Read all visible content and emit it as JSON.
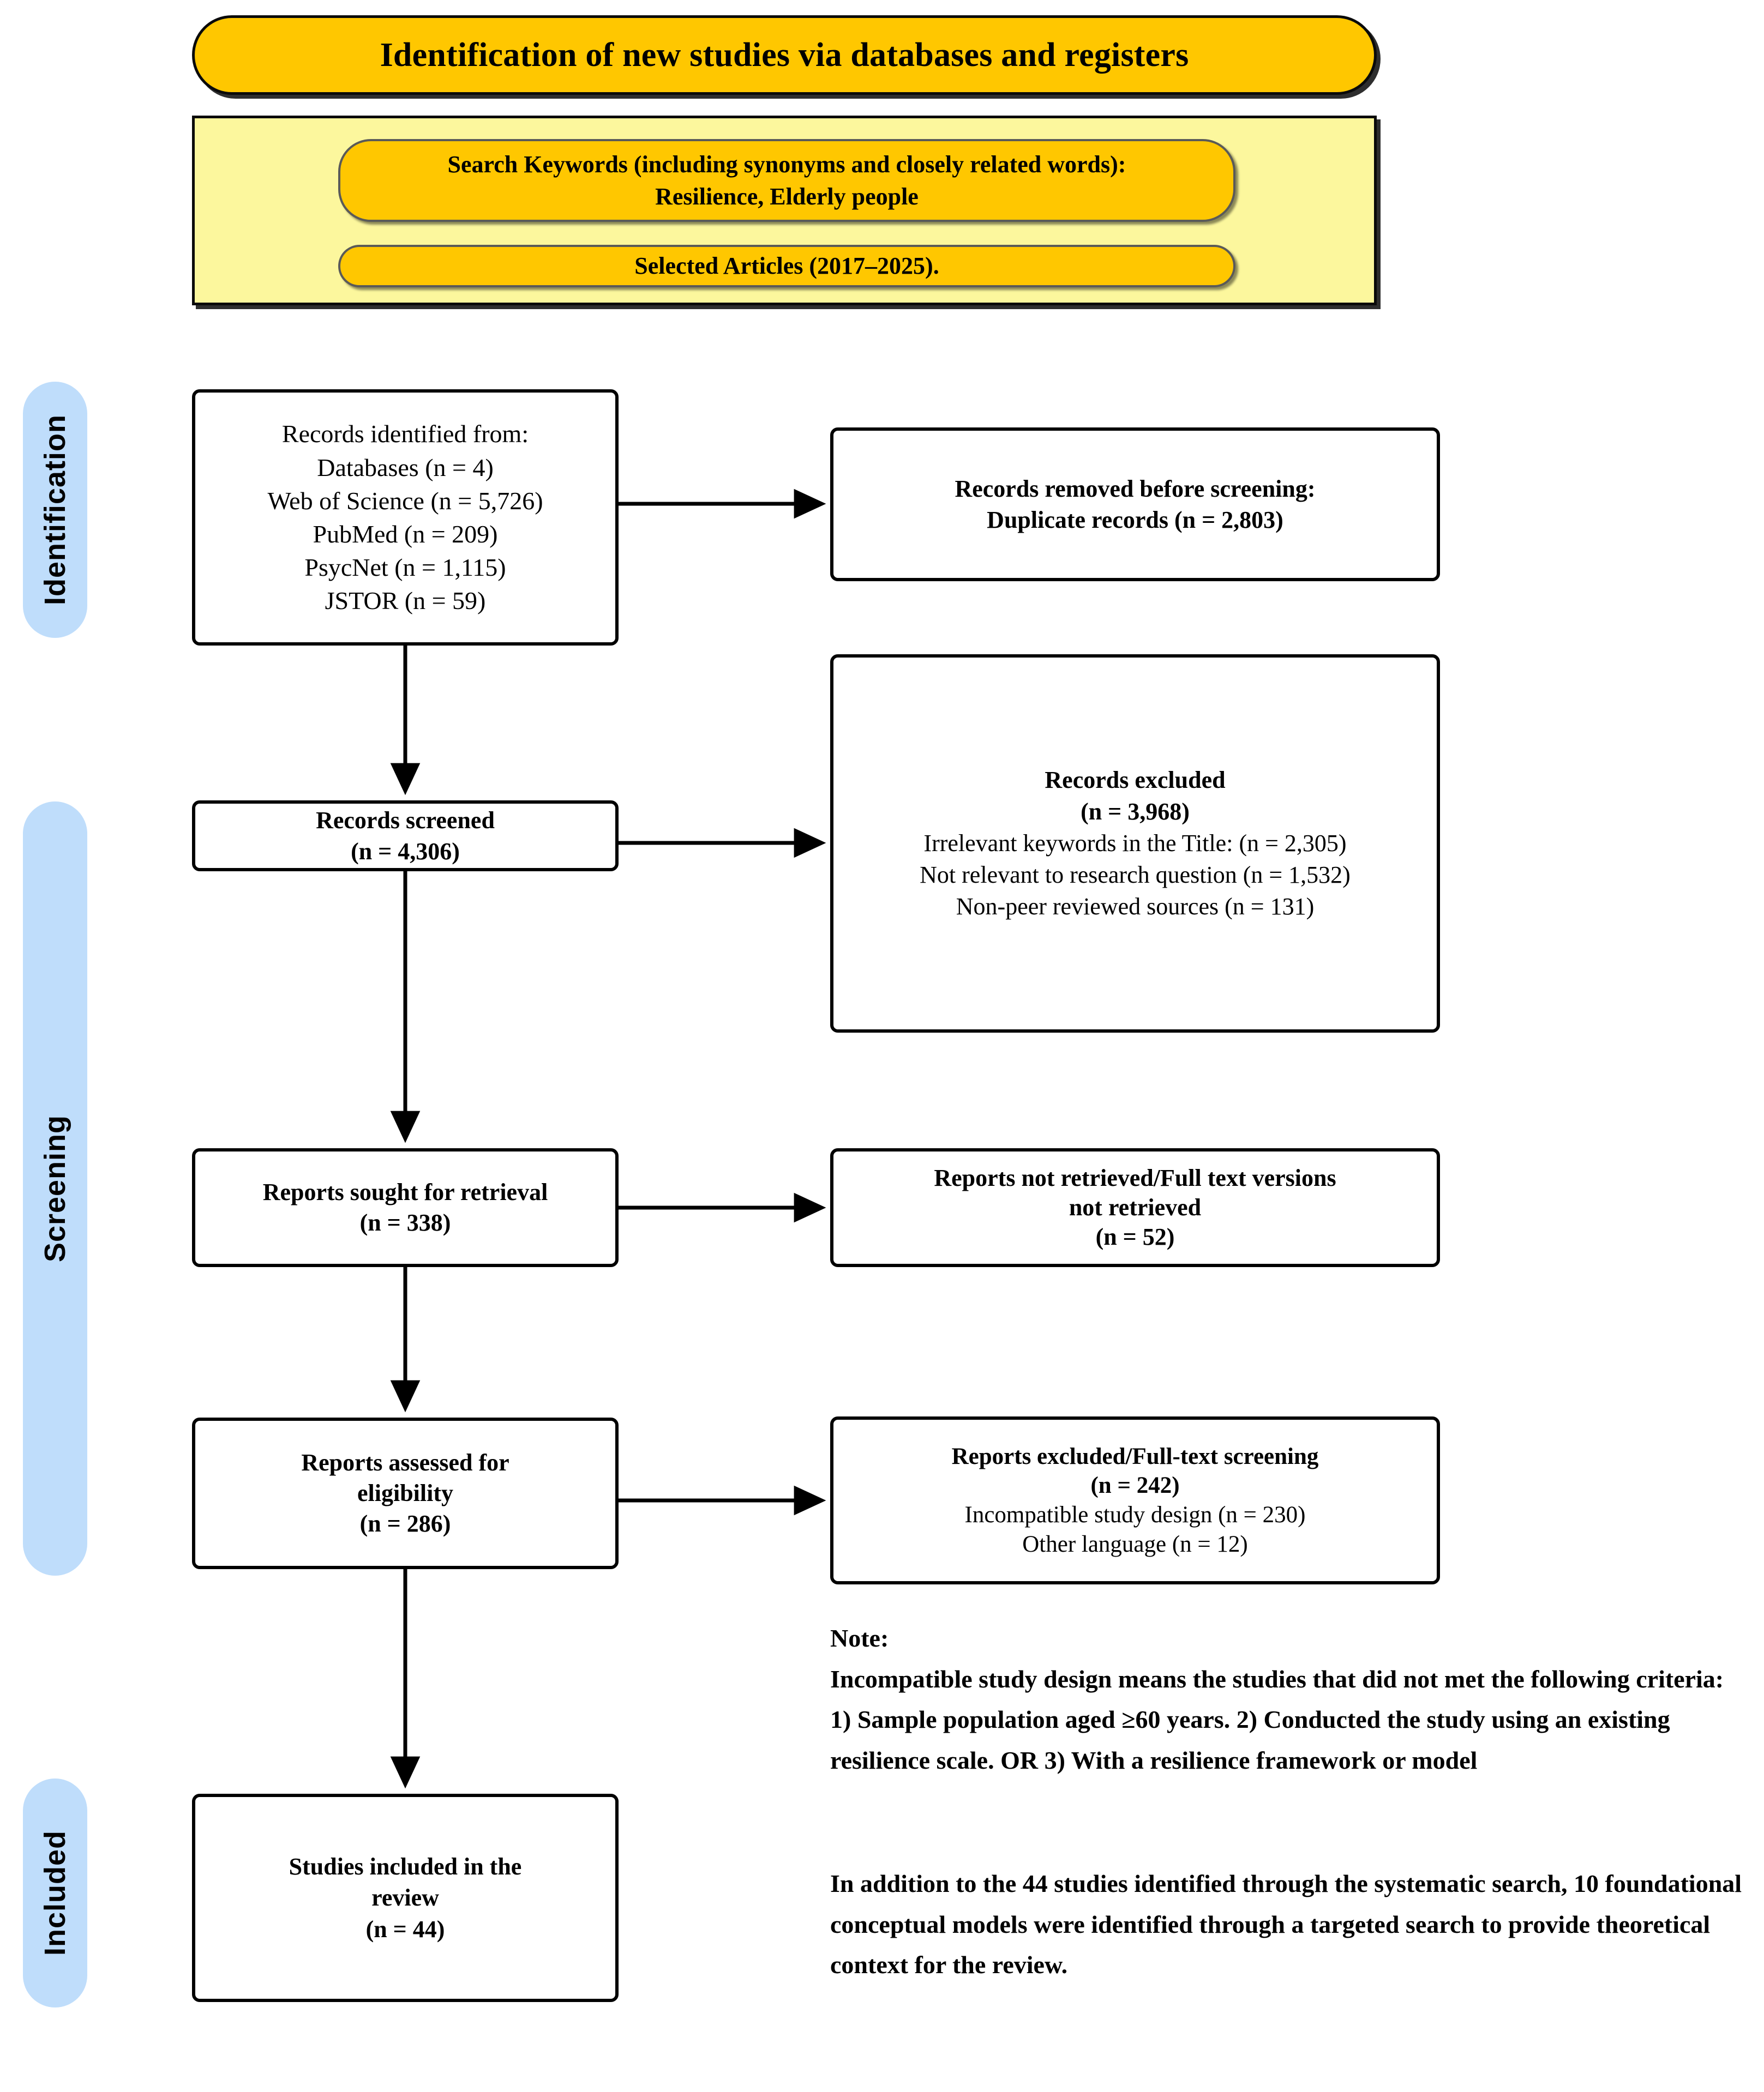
{
  "header": {
    "title": "Identification of new studies via databases and registers"
  },
  "search_panel": {
    "keywords_label": "Search Keywords (including synonyms and closely related words):",
    "keywords_value": "Resilience, Elderly people",
    "articles_label": "Selected Articles (2017–2025)."
  },
  "stages": [
    {
      "id": "identification",
      "label": "Identification"
    },
    {
      "id": "screening",
      "label": "Screening"
    },
    {
      "id": "included",
      "label": "Included"
    }
  ],
  "boxes": {
    "identified": {
      "lines": [
        "Records identified from:",
        "Databases (n = 4)",
        "Web of Science (n = 5,726)",
        "PubMed (n = 209)",
        "PsycNet (n = 1,115)",
        "JSTOR (n = 59)"
      ]
    },
    "removed": {
      "lines": [
        "Records removed before screening:",
        "Duplicate records (n = 2,803)"
      ]
    },
    "screened": {
      "lines": [
        "Records screened",
        "(n = 4,306)"
      ]
    },
    "excluded_records": {
      "title": "Records excluded",
      "count": "(n = 3,968)",
      "reasons": [
        "Irrelevant keywords in the Title: (n = 2,305)",
        "Not relevant to research question (n = 1,532)",
        "Non-peer reviewed sources (n = 131)"
      ]
    },
    "sought": {
      "lines": [
        "Reports sought for retrieval",
        "(n = 338)"
      ]
    },
    "not_retrieved": {
      "lines": [
        "Reports not retrieved/Full text versions",
        "not retrieved",
        "(n = 52)"
      ]
    },
    "assessed": {
      "lines": [
        "Reports assessed for",
        "eligibility",
        "(n = 286)"
      ]
    },
    "excluded_reports": {
      "title": "Reports excluded/Full-text screening",
      "count": "(n = 242)",
      "reasons": [
        "Incompatible study design (n = 230)",
        "Other language (n = 12)"
      ]
    },
    "included": {
      "lines": [
        "Studies included in the",
        "review",
        "(n = 44)"
      ]
    }
  },
  "note": {
    "heading": "Note:",
    "paragraph_1": "Incompatible study design means the studies that did not met the following criteria: 1) Sample population aged ≥60 years. 2) Conducted the study using an existing resilience scale. OR 3) With a resilience framework or model",
    "paragraph_2": "In addition to the 44 studies identified through the systematic search, 10 foundational conceptual models were identified through a targeted search to provide theoretical context for the review."
  },
  "colors": {
    "header_gold": "#FFC700",
    "panel_pale_yellow": "#FCF79D",
    "stage_blue": "#BFDDFB",
    "stroke_black": "#000000"
  }
}
